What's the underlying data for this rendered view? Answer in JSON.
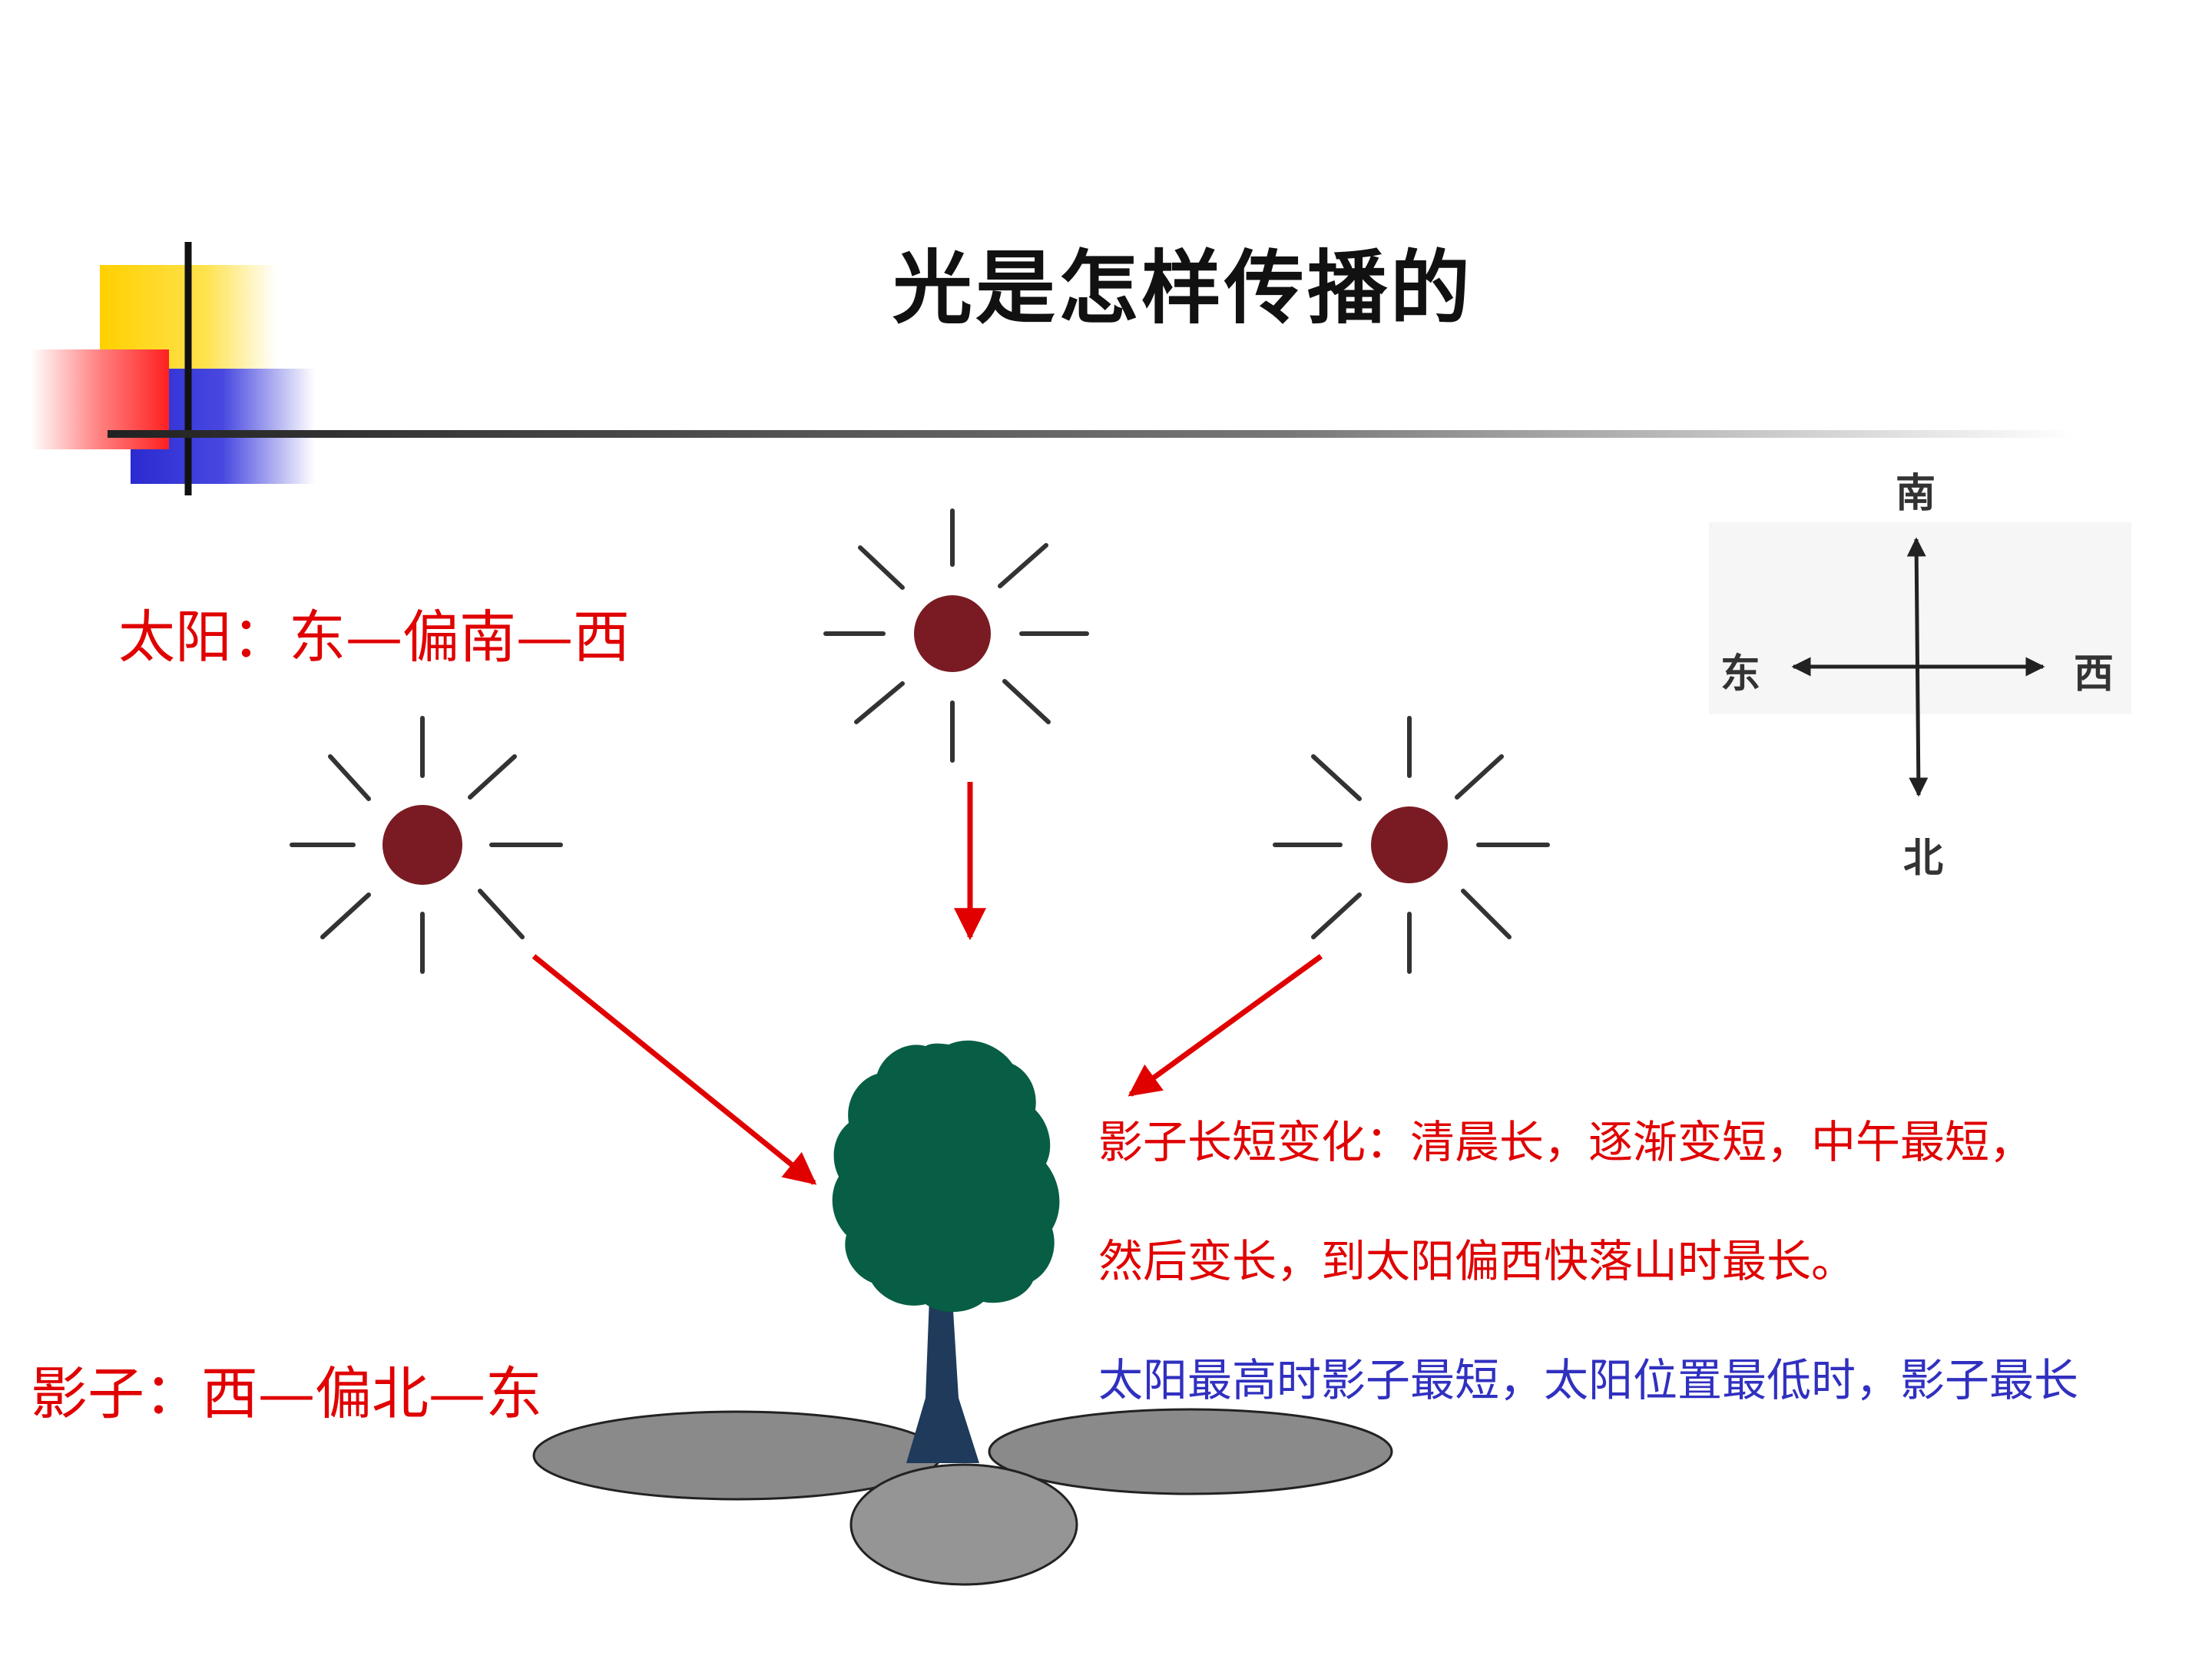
{
  "title": "光是怎样传播的",
  "sun_path": "太阳：东—偏南—西",
  "shadow_path": "影子：西—偏北—东",
  "description": {
    "line1": "影子长短变化：清晨长，逐渐变短，中午最短，",
    "line2": "然后变长，到太阳偏西快落山时最长。",
    "line3": "太阳最高时影子最短，太阳位置最低时，影子最长"
  },
  "compass": {
    "south": "南",
    "north": "北",
    "east": "东",
    "west": "西"
  },
  "colors": {
    "sun": "#7a1b24",
    "arrow": "#e00000",
    "tree_crown": "#075e45",
    "trunk": "#1f3a5a",
    "shadow": "#8a8a8a",
    "accent_yellow": "#ffd200",
    "accent_red": "#ff3030",
    "accent_blue": "#3030d0"
  }
}
